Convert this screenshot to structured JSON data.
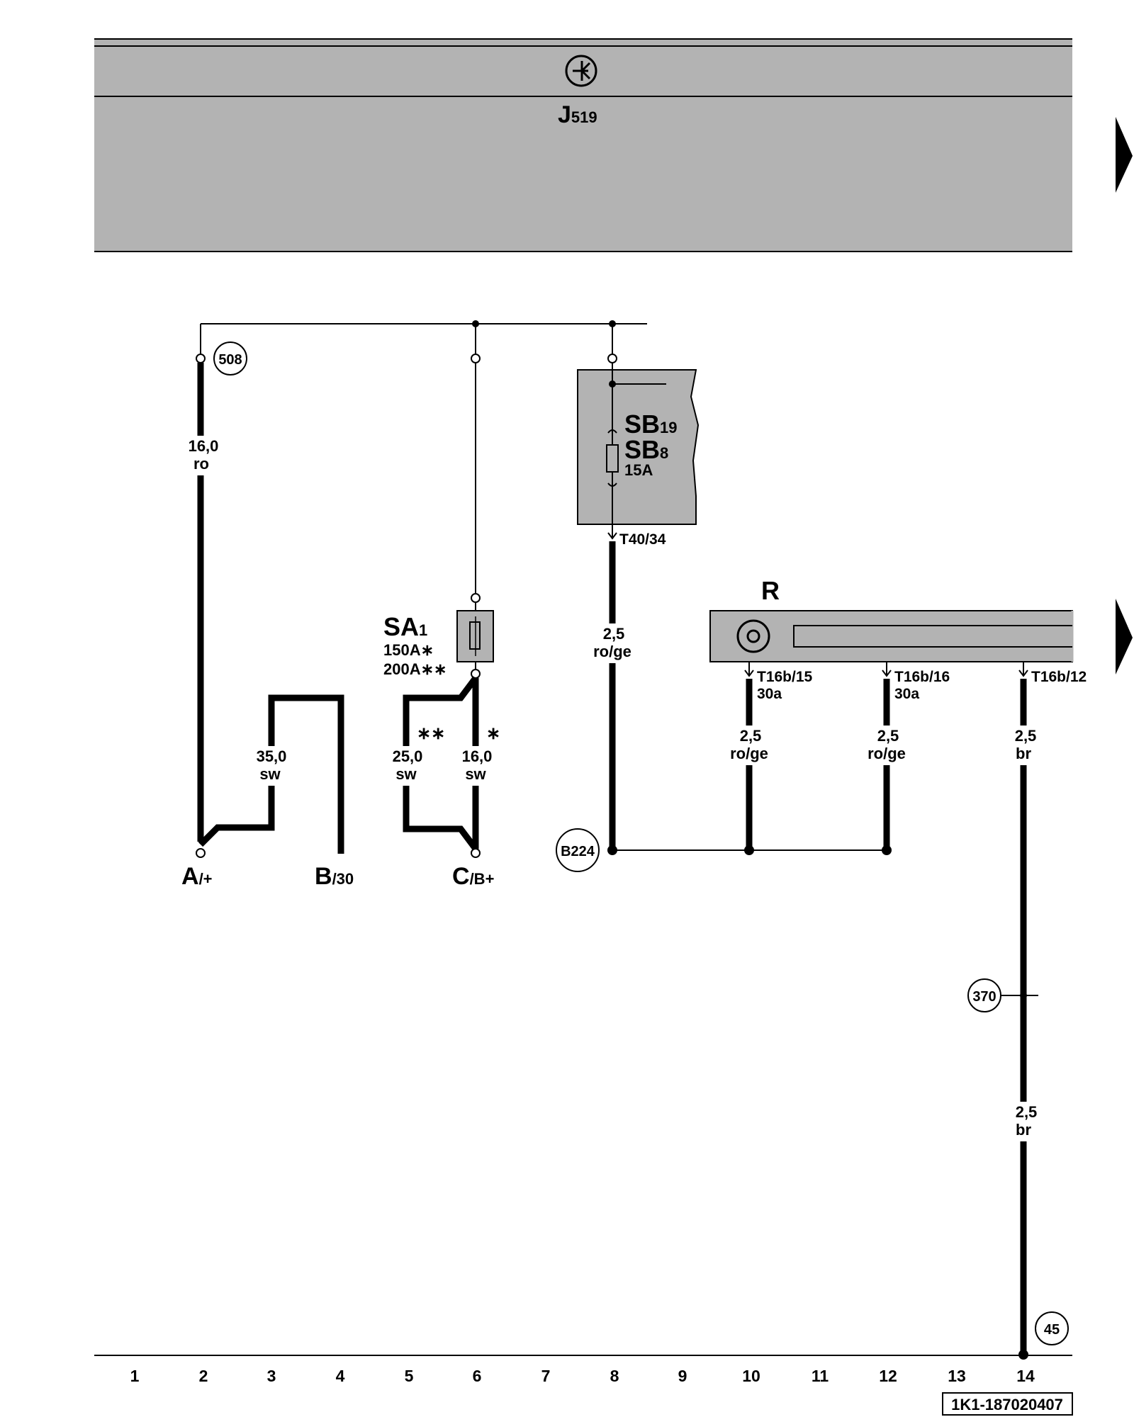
{
  "header": {
    "component": "J",
    "component_index": "519",
    "symbol_icon": "control-unit-symbol-icon",
    "continue_icon": "right-arrow-marker-icon"
  },
  "components": {
    "fuse_box_sb": {
      "fuse1": "SB",
      "fuse1_index": "19",
      "fuse2": "SB",
      "fuse2_index": "8",
      "rating": "15A",
      "connector": "T40/34"
    },
    "fuse_sa": {
      "name": "SA",
      "index": "1",
      "rating1": "150A∗",
      "rating2": "200A∗∗"
    },
    "radio": {
      "name": "R",
      "pins": [
        {
          "connector": "T16b/15",
          "terminal": "30a"
        },
        {
          "connector": "T16b/16",
          "terminal": "30a"
        },
        {
          "connector": "T16b/12",
          "terminal": ""
        }
      ]
    }
  },
  "wires": [
    {
      "gauge": "16,0",
      "color": "ro"
    },
    {
      "gauge": "35,0",
      "color": "sw"
    },
    {
      "gauge": "25,0",
      "color": "sw",
      "marker": "∗∗"
    },
    {
      "gauge": "16,0",
      "color": "sw",
      "marker": "∗"
    },
    {
      "gauge": "2,5",
      "color": "ro/ge"
    },
    {
      "gauge": "2,5",
      "color": "ro/ge"
    },
    {
      "gauge": "2,5",
      "color": "ro/ge"
    },
    {
      "gauge": "2,5",
      "color": "br"
    },
    {
      "gauge": "2,5",
      "color": "br"
    }
  ],
  "references": [
    "508",
    "B224",
    "370",
    "45"
  ],
  "terminals": [
    {
      "letter": "A",
      "suffix": "/+"
    },
    {
      "letter": "B",
      "suffix": "/30"
    },
    {
      "letter": "C",
      "suffix": "/B+"
    }
  ],
  "columns": [
    "1",
    "2",
    "3",
    "4",
    "5",
    "6",
    "7",
    "8",
    "9",
    "10",
    "11",
    "12",
    "13",
    "14"
  ],
  "diagram_code": "1K1-187020407"
}
